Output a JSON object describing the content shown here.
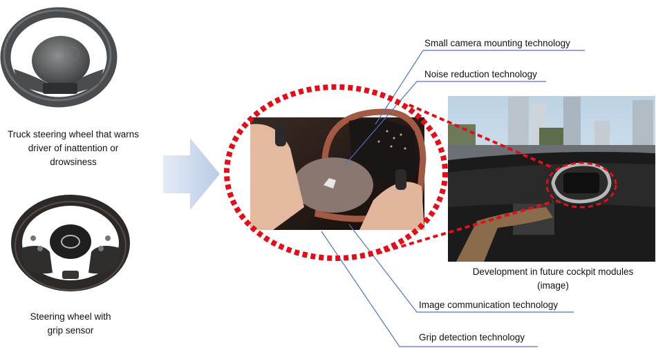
{
  "left_products": [
    {
      "caption": "Truck steering wheel that warns driver of inattention or drowsiness",
      "lines": [
        "Truck steering wheel that warns",
        "driver of inattention or",
        "drowsiness"
      ]
    },
    {
      "caption": "Steering wheel with grip sensor",
      "lines": [
        "Steering wheel with",
        "grip sensor"
      ]
    }
  ],
  "technologies": {
    "camera": "Small camera mounting technology",
    "noise": "Noise reduction technology",
    "image_comm": "Image communication technology",
    "grip": "Grip detection technology"
  },
  "cockpit_caption": {
    "lines": [
      "Development in future cockpit modules",
      "(image)"
    ]
  },
  "colors": {
    "highlight": "#e0101a",
    "leader_line": "#4f73c2",
    "arrow": "#c9d6ea"
  }
}
